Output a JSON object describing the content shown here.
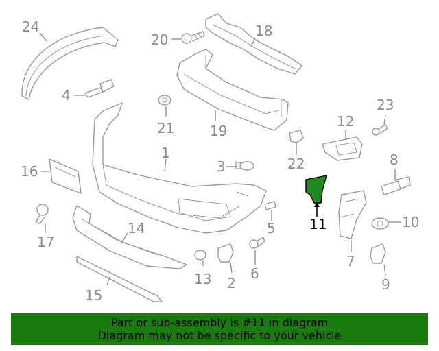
{
  "callouts": [
    "24",
    "20",
    "18",
    "4",
    "21",
    "19",
    "12",
    "23",
    "1",
    "16",
    "3",
    "22",
    "8",
    "11",
    "17",
    "14",
    "5",
    "10",
    "7",
    "13",
    "2",
    "6",
    "9",
    "15"
  ],
  "highlighted_part": "11",
  "banner": {
    "line1": "Part or sub-assembly is #11 in diagram",
    "line2": "Diagram may not be specific to your vehicle",
    "color": "#1b7a0e"
  },
  "colors": {
    "parts": "#9a9a9a",
    "highlight_fill": "#1f8a1f"
  }
}
